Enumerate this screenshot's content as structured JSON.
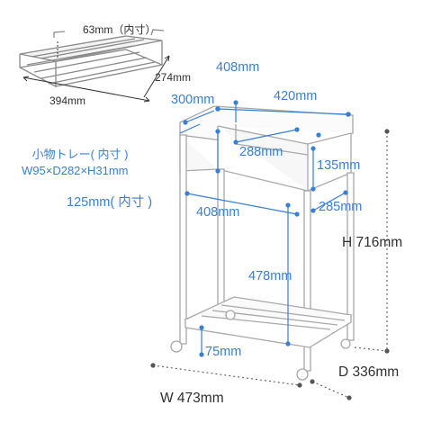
{
  "tray_inner_height": "63mm（内寸）",
  "tray_depth": "274mm",
  "tray_width": "394mm",
  "top_width_inner": "408mm",
  "top_depth": "300mm",
  "top_width": "420mm",
  "divider_depth": "288mm",
  "box_height": "135mm",
  "small_tray_title": "小物トレー( 内寸 )",
  "small_tray_size": "W95×D282×H31mm",
  "small_tray_height": "125mm( 内寸 )",
  "lower_width": "408mm",
  "lower_depth": "285mm",
  "height_total": "H 716mm",
  "clearance": "478mm",
  "bottom_gap": "75mm",
  "depth_total": "D 336mm",
  "width_total": "W 473mm",
  "colors": {
    "dimension_blue": "#3a7fd0",
    "label_gray": "#2f2f2f",
    "frame_line": "#9a9a9a"
  }
}
